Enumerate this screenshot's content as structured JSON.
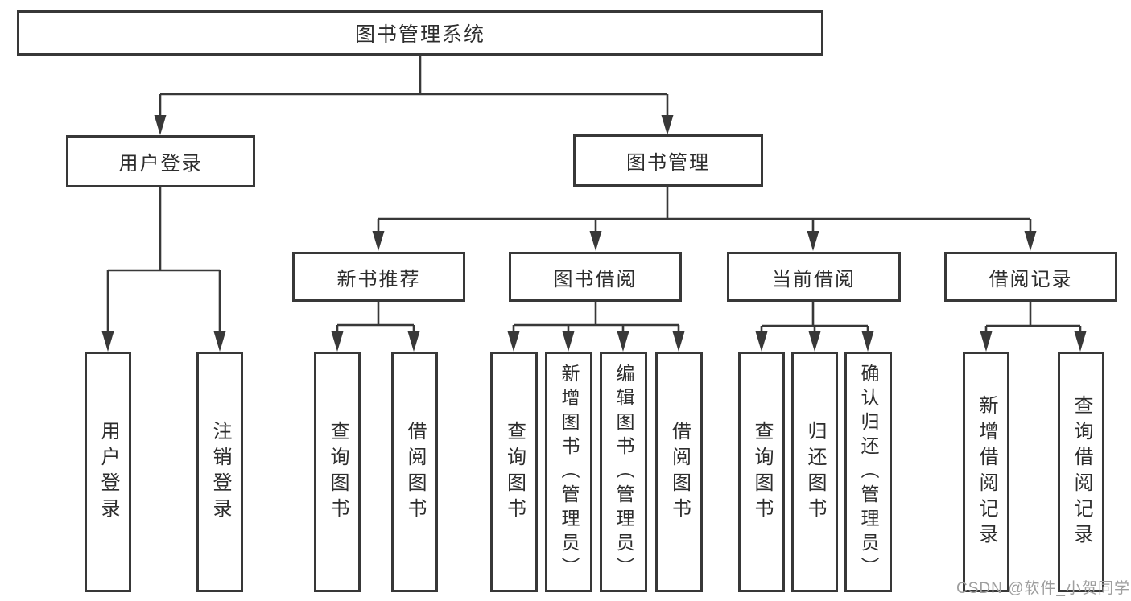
{
  "title": "图书管理系统",
  "nodes": {
    "user_login": "用户登录",
    "book_mgmt": "图书管理",
    "new_book": "新书推荐",
    "book_borrow": "图书借阅",
    "current_borrow": "当前借阅",
    "borrow_records": "借阅记录",
    "leaves": {
      "user_login": "用户登录",
      "logout": "注销登录",
      "newbook_query": "查询图书",
      "newbook_borrow": "借阅图书",
      "borrow_query": "查询图书",
      "borrow_add": "新增图书（管理员）",
      "borrow_edit": "编辑图书（管理员）",
      "borrow_borrow": "借阅图书",
      "current_query": "查询图书",
      "current_return": "归还图书",
      "current_confirm": "确认归还（管理员）",
      "records_add": "新增借阅记录",
      "records_query": "查询借阅记录"
    }
  },
  "watermark": {
    "text": "CSDN @软件_小贺同学"
  },
  "colors": {
    "line": "#383838",
    "text": "#2d2d2d",
    "background": "#ffffff",
    "watermark": "#9e9e9e"
  }
}
